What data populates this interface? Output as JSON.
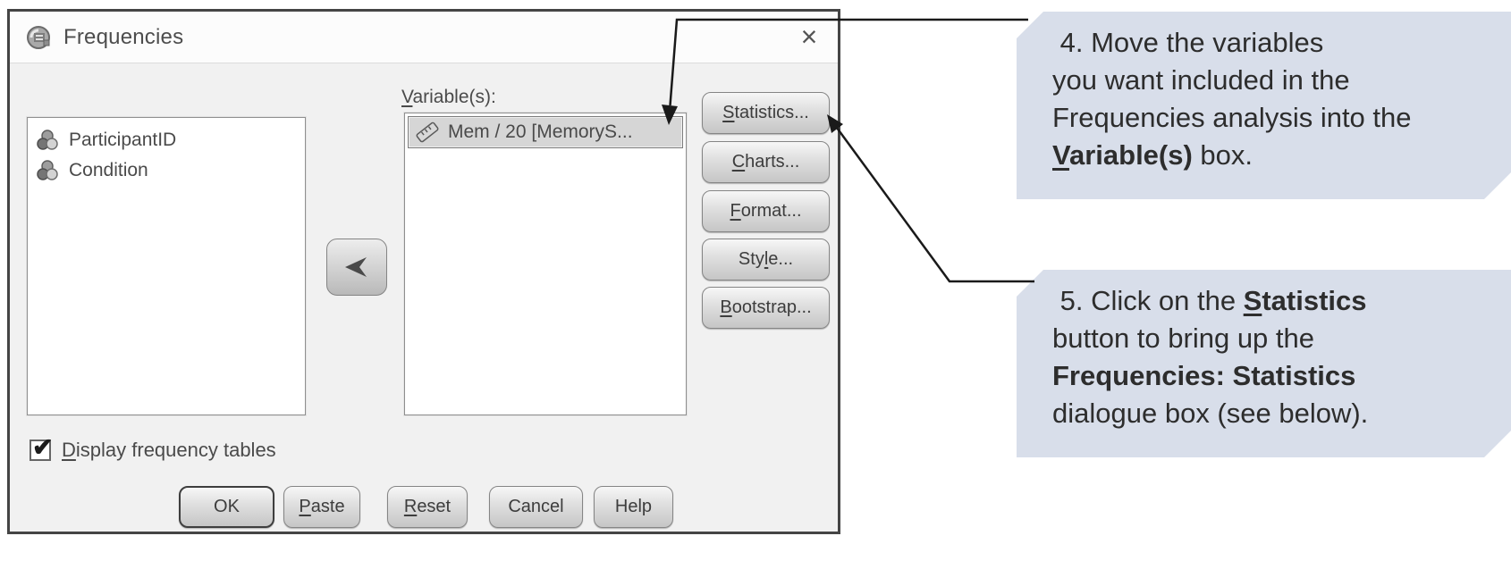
{
  "window": {
    "title": "Frequencies",
    "icons": {
      "close": "×",
      "check": "✔"
    },
    "variables_label": {
      "pre": "",
      "u": "V",
      "post": "ariable(s):"
    },
    "source_list": [
      {
        "label": "ParticipantID",
        "icon": "nominal-icon"
      },
      {
        "label": "Condition",
        "icon": "nominal-icon"
      }
    ],
    "variable_list": [
      {
        "label": "Mem / 20 [MemoryS...",
        "icon": "scale-icon"
      }
    ],
    "side_buttons": [
      {
        "pre": "",
        "u": "S",
        "post": "tatistics..."
      },
      {
        "pre": "",
        "u": "C",
        "post": "harts..."
      },
      {
        "pre": "",
        "u": "F",
        "post": "ormat..."
      },
      {
        "pre": "Sty",
        "u": "l",
        "post": "e..."
      },
      {
        "pre": "",
        "u": "B",
        "post": "ootstrap..."
      }
    ],
    "display_freq_checkbox": {
      "checked": true,
      "pre": "",
      "u": "D",
      "post": "isplay frequency tables"
    },
    "bottom_buttons": [
      {
        "pre": "OK",
        "u": "",
        "post": ""
      },
      {
        "pre": "",
        "u": "P",
        "post": "aste"
      },
      {
        "pre": "",
        "u": "R",
        "post": "eset"
      },
      {
        "pre": "Cancel",
        "u": "",
        "post": ""
      },
      {
        "pre": "Help",
        "u": "",
        "post": ""
      }
    ]
  },
  "callouts": [
    {
      "lines": [
        {
          "a": " 4. Move the variables"
        },
        {
          "a": "you want included in the"
        },
        {
          "a": "Frequencies analysis into the"
        },
        {
          "bu": "V",
          "b": "ariable(s)",
          "c": " box."
        }
      ]
    },
    {
      "lines": [
        {
          "a": " 5. Click on the ",
          "bu": "S",
          "b": "tatistics"
        },
        {
          "a": "button to bring up the"
        },
        {
          "b": "Frequencies: Statistics"
        },
        {
          "a": "dialogue box (see below)."
        }
      ]
    }
  ],
  "colors": {
    "callout_bg": "#d8deea",
    "arrow": "#1a1a1a"
  }
}
